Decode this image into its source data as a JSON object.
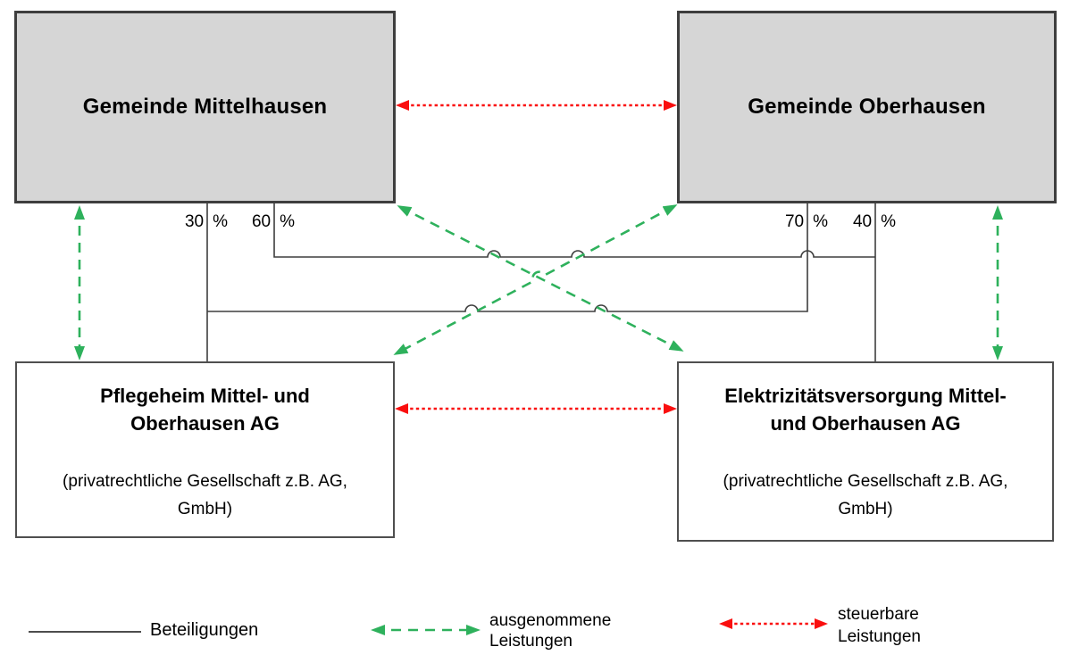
{
  "diagram": {
    "nodes": {
      "gemeinde_mittelhausen": {
        "title": "Gemeinde Mittelhausen",
        "kind": "municipality"
      },
      "gemeinde_oberhausen": {
        "title": "Gemeinde Oberhausen",
        "kind": "municipality"
      },
      "pflegeheim": {
        "title_line1": "Pflegeheim Mittel- und",
        "title_line2": "Oberhausen AG",
        "subtitle_line1": "(privatrechtliche Gesellschaft z.B. AG,",
        "subtitle_line2": "GmbH)",
        "kind": "company"
      },
      "elektrizitaetsversorgung": {
        "title_line1": "Elektrizitätsversorgung Mittel-",
        "title_line2": "und Oberhausen AG",
        "subtitle_line1": "(privatrechtliche Gesellschaft z.B. AG,",
        "subtitle_line2": "GmbH)",
        "kind": "company"
      }
    },
    "ownership_labels": {
      "mittelhausen_in_pflegeheim": {
        "value": "30",
        "unit": "%"
      },
      "mittelhausen_in_elektrizitaet": {
        "value": "60",
        "unit": "%"
      },
      "oberhausen_in_pflegeheim": {
        "value": "70",
        "unit": "%"
      },
      "oberhausen_in_elektrizitaet": {
        "value": "40",
        "unit": "%"
      }
    },
    "edges": {
      "beteiligungen": [
        {
          "from": "Gemeinde Mittelhausen",
          "to": "Pflegeheim Mittel- und Oberhausen AG",
          "share": "30 %"
        },
        {
          "from": "Gemeinde Mittelhausen",
          "to": "Elektrizitätsversorgung Mittel- und Oberhausen AG",
          "share": "60 %"
        },
        {
          "from": "Gemeinde Oberhausen",
          "to": "Pflegeheim Mittel- und Oberhausen AG",
          "share": "70 %"
        },
        {
          "from": "Gemeinde Oberhausen",
          "to": "Elektrizitätsversorgung Mittel- und Oberhausen AG",
          "share": "40 %"
        }
      ],
      "ausgenommene_leistungen": [
        {
          "between": [
            "Gemeinde Mittelhausen",
            "Pflegeheim Mittel- und Oberhausen AG"
          ]
        },
        {
          "between": [
            "Gemeinde Oberhausen",
            "Elektrizitätsversorgung Mittel- und Oberhausen AG"
          ]
        },
        {
          "between": [
            "Gemeinde Mittelhausen",
            "Elektrizitätsversorgung Mittel- und Oberhausen AG"
          ]
        },
        {
          "between": [
            "Gemeinde Oberhausen",
            "Pflegeheim Mittel- und Oberhausen AG"
          ]
        }
      ],
      "steuerbare_leistungen": [
        {
          "between": [
            "Gemeinde Mittelhausen",
            "Gemeinde Oberhausen"
          ]
        },
        {
          "between": [
            "Pflegeheim Mittel- und Oberhausen AG",
            "Elektrizitätsversorgung Mittel- und Oberhausen AG"
          ]
        }
      ]
    }
  },
  "legend": {
    "beteiligungen_label": "Beteiligungen",
    "ausgenommene_line1": "ausgenommene",
    "ausgenommene_line2": "Leistungen",
    "steuerbare_line1": "steuerbare",
    "steuerbare_line2": "Leistungen"
  },
  "colors": {
    "box_fill": "#d6d6d6",
    "box_border": "#3e3e3e",
    "ownership_line": "#3e3e3e",
    "exempt_services_green": "#2eb15c",
    "taxable_services_red": "#fa0f0f"
  }
}
